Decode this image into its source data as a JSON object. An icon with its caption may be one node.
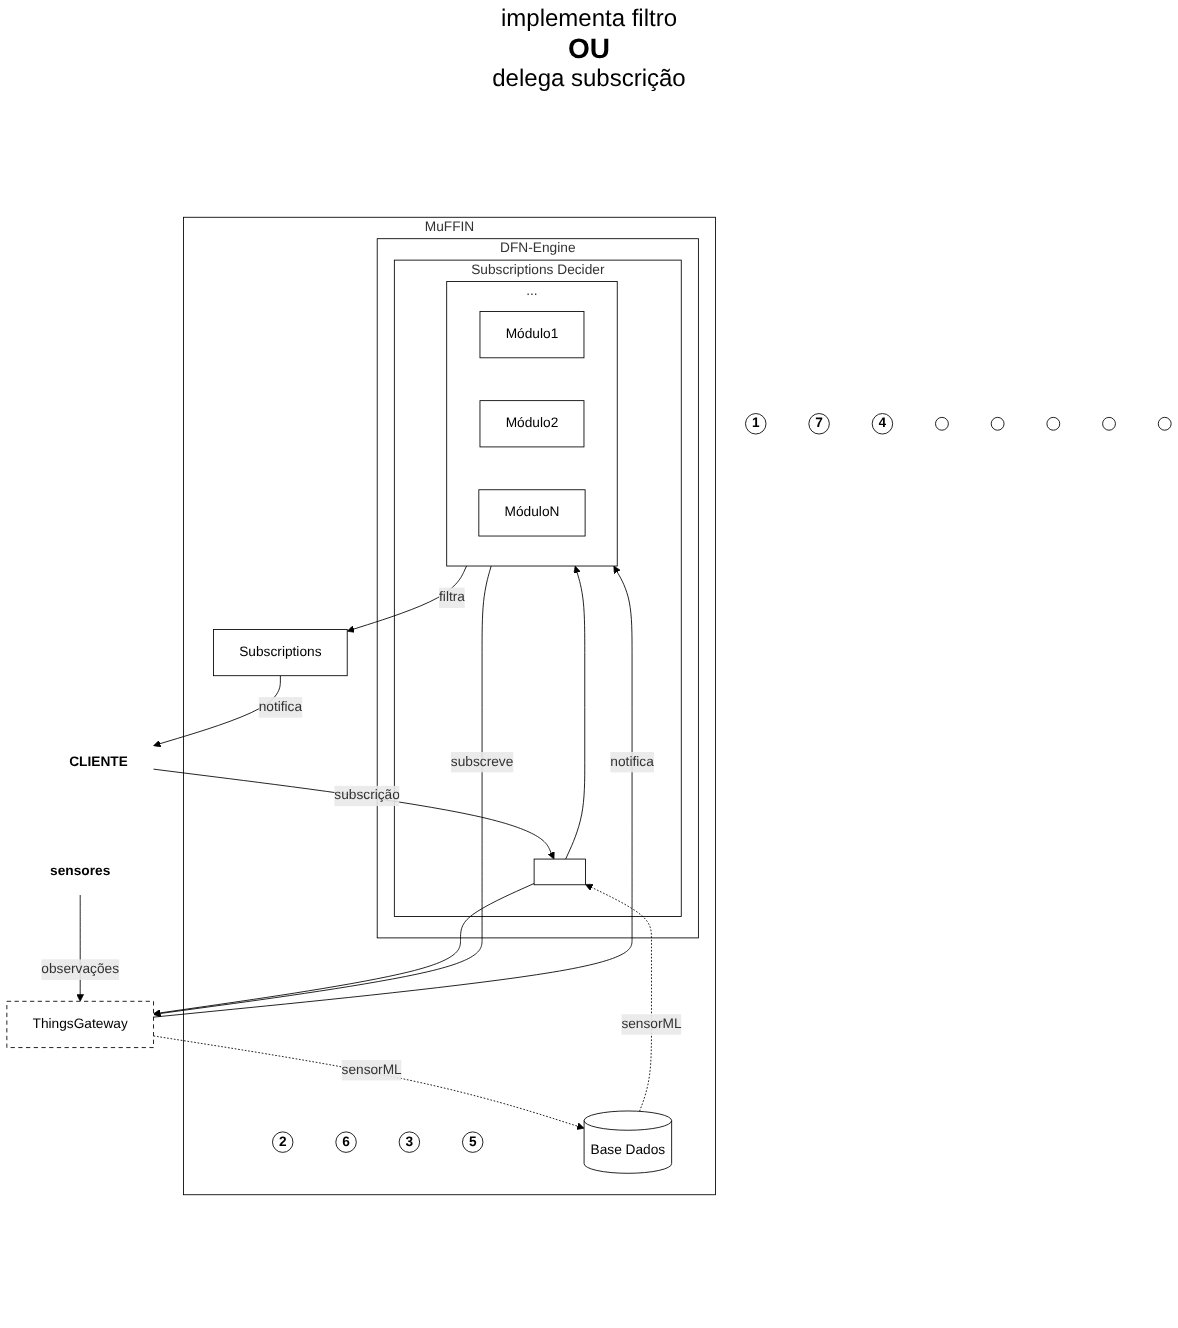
{
  "diagram": {
    "nodes": [
      {
        "text": [
          "CLIENTE"
        ]
      },
      {
        "text": [
          "1"
        ]
      },
      {
        "text": [
          "7"
        ]
      },
      {
        "text": [
          "MuFFIN"
        ]
      },
      {
        "text": [
          "DFN-Engine"
        ],
        "in": 3
      },
      {
        "text": [
          "Subscriptions Decider"
        ],
        "in": 4
      },
      {
        "text": [],
        "shape": "box",
        "in": 5
      },
      {
        "text": [
          "..."
        ],
        "in": 5
      },
      {
        "text": [
          "Módulo1"
        ],
        "in": 7
      },
      {
        "text": [
          "Módulo2"
        ],
        "in": 7
      },
      {
        "text": [
          "MóduloN"
        ],
        "in": 7
      },
      {
        "text": [
          "2"
        ],
        "in": 3
      },
      {
        "text": [
          "Subscriptions"
        ],
        "in": 3
      },
      {
        "text": [
          "6"
        ],
        "in": 3
      },
      {
        "text": [
          "3"
        ],
        "in": 3
      },
      {
        "text": [
          "5"
        ],
        "in": 3
      },
      {
        "text": [
          "Base Dados"
        ],
        "in": 3
      },
      {
        "text": [
          "ThingsGateway"
        ]
      },
      {
        "text": [
          "4"
        ]
      },
      {
        "text": [],
        "shape": "circle"
      },
      {
        "text": [],
        "shape": "circle"
      },
      {
        "text": [],
        "shape": "circle"
      },
      {
        "text": [],
        "shape": "circle"
      },
      {
        "text": [],
        "shape": "circle"
      },
      {
        "text": [
          "sensores"
        ]
      }
    ],
    "edges": [
      {
        "from": 0,
        "to": 6,
        "arrow": "to",
        "label": "subscrição"
      },
      {
        "from": 6,
        "to": 7,
        "arrow": "to"
      },
      {
        "from": 6,
        "to": 17,
        "arrow": "to"
      },
      {
        "from": 7,
        "to": 12,
        "arrow": "to",
        "label": "filtra"
      },
      {
        "from": 7,
        "to": 17,
        "arrow": "to",
        "label": "subscreve"
      },
      {
        "from": 17,
        "to": 7,
        "arrow": "to",
        "label": "notifica"
      },
      {
        "from": 12,
        "to": 0,
        "arrow": "to",
        "label": "notifica"
      },
      {
        "from": 24,
        "to": 17,
        "arrow": "to",
        "label": "observações"
      },
      {
        "from": 17,
        "to": 16,
        "arrow": "to",
        "label": "sensorML",
        "style": "dashed"
      },
      {
        "from": 16,
        "to": 6,
        "arrow": "to",
        "label": "sensorML",
        "style": "dashed"
      }
    ],
    "labels": [
      "implementa filtro",
      "OU",
      "delega subscrição"
    ]
  }
}
